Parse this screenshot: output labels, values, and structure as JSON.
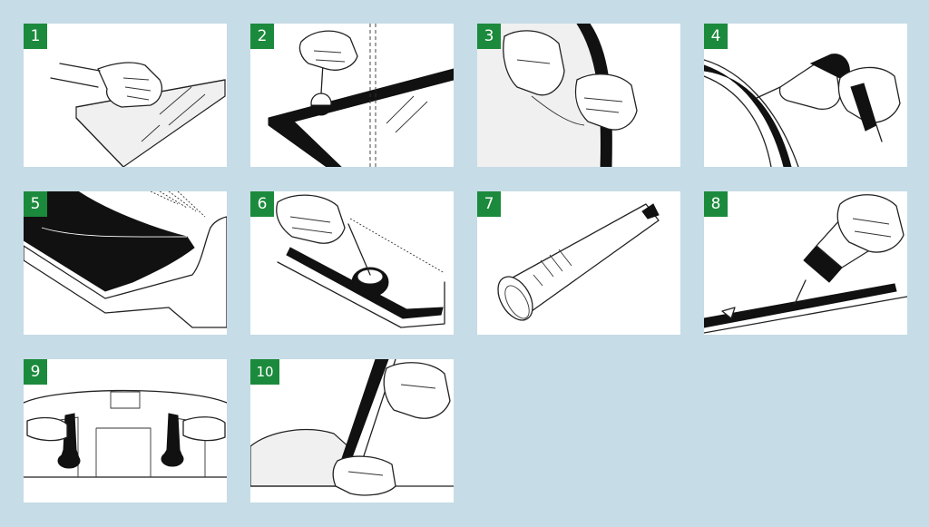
{
  "steps": [
    {
      "number": "1"
    },
    {
      "number": "2"
    },
    {
      "number": "3"
    },
    {
      "number": "4"
    },
    {
      "number": "5"
    },
    {
      "number": "6"
    },
    {
      "number": "7"
    },
    {
      "number": "8"
    },
    {
      "number": "9"
    },
    {
      "number": "10"
    }
  ],
  "colors": {
    "background": "#c6dce6",
    "badge": "#1b8a3c",
    "panel": "#ffffff",
    "ink": "#111111"
  }
}
